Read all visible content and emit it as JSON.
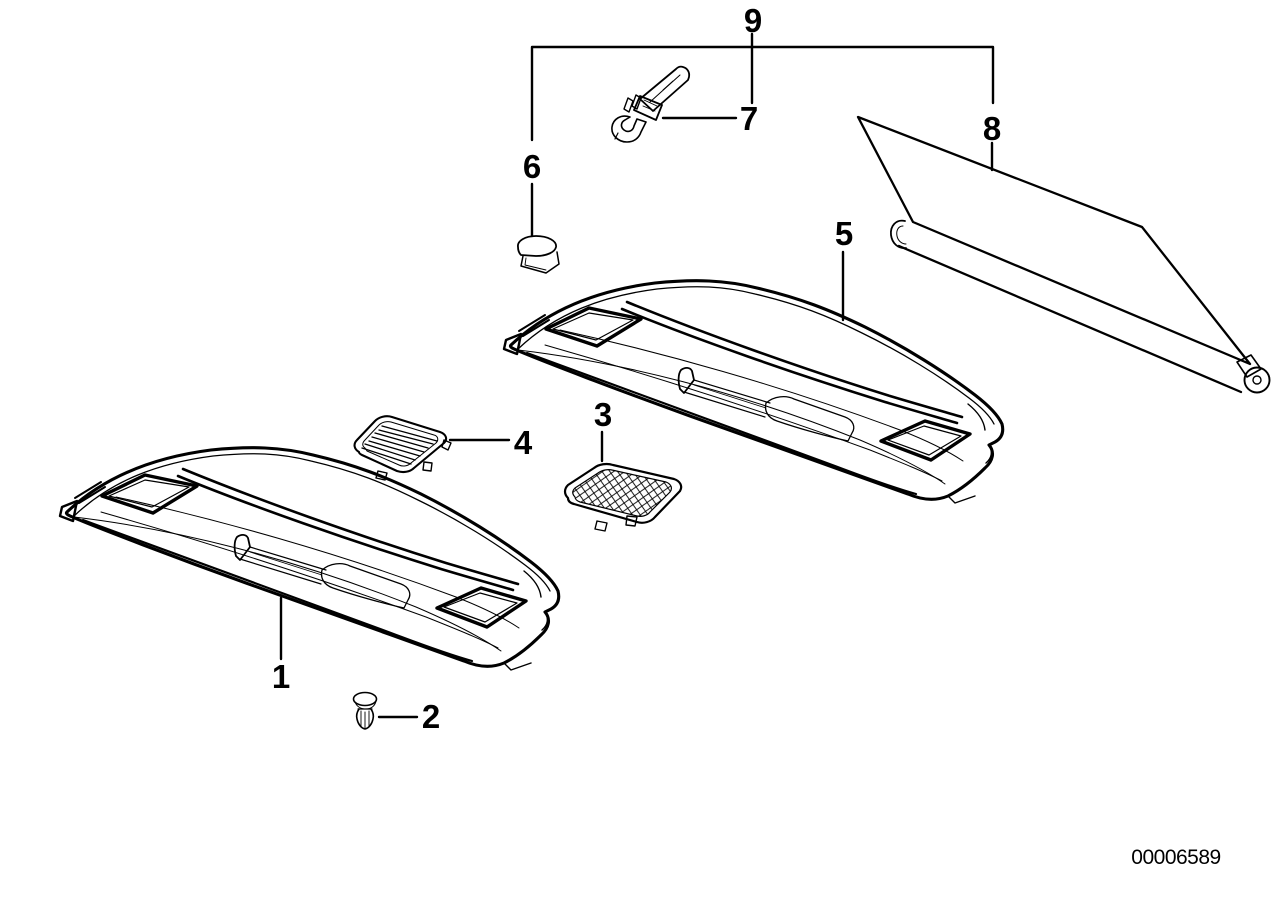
{
  "diagram": {
    "type": "exploded-parts-diagram",
    "subject": "rear window shelf / parcel shelf with roller sun blind",
    "background_color": "#ffffff",
    "line_color": "#000000",
    "catalog_number": "00006589",
    "callouts": {
      "c1": "1",
      "c2": "2",
      "c3": "3",
      "c4": "4",
      "c5": "5",
      "c6": "6",
      "c7": "7",
      "c8": "8",
      "c9": "9"
    }
  }
}
